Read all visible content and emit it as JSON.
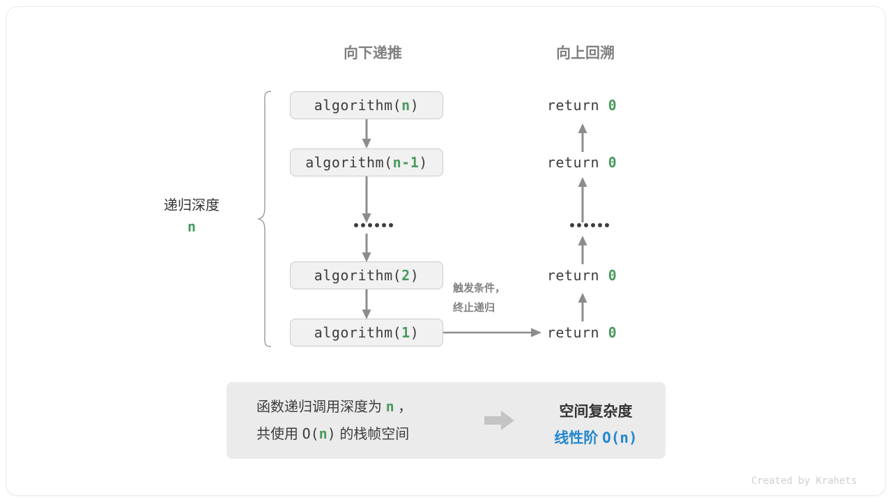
{
  "figure": {
    "columns": {
      "down": "向下递推",
      "up": "向上回溯"
    },
    "depth_label": {
      "title": "递归深度",
      "value": "n"
    },
    "call_stack": [
      {
        "prefix": "algorithm(",
        "arg": "n",
        "suffix": ")"
      },
      {
        "prefix": "algorithm(",
        "arg": "n-1",
        "suffix": ")"
      },
      {
        "ellipsis": "••••••"
      },
      {
        "prefix": "algorithm(",
        "arg": "2",
        "suffix": ")"
      },
      {
        "prefix": "algorithm(",
        "arg": "1",
        "suffix": ")"
      }
    ],
    "returns": [
      {
        "keyword": "return",
        "value": "0"
      },
      {
        "keyword": "return",
        "value": "0"
      },
      {
        "ellipsis": "••••••"
      },
      {
        "keyword": "return",
        "value": "0"
      },
      {
        "keyword": "return",
        "value": "0"
      }
    ],
    "trigger_note": {
      "line1": "触发条件，",
      "line2": "终止递归"
    },
    "summary": {
      "left_line1_a": "函数递归调用深度为",
      "left_line1_n": "n",
      "left_line1_b": "，",
      "left_line2_a": "共使用",
      "left_line2_big_o_open": "O(",
      "left_line2_n": "n",
      "left_line2_big_o_close": ")",
      "left_line2_b": "的栈帧空间",
      "right_title": "空间复杂度",
      "right_order": "线性阶",
      "right_notation": "O(n)"
    },
    "credit": "Created by Krahets",
    "colors": {
      "green": "#489a5e",
      "blue": "#2288cc",
      "gray_text": "#3c3c3c",
      "header_gray": "#808080",
      "box_fill": "#f1f1f1",
      "box_border": "#c9c9c9",
      "panel_fill": "#ebebeb",
      "arrow_gray": "#8c8c8c",
      "block_arrow": "#c4c4c4"
    }
  }
}
